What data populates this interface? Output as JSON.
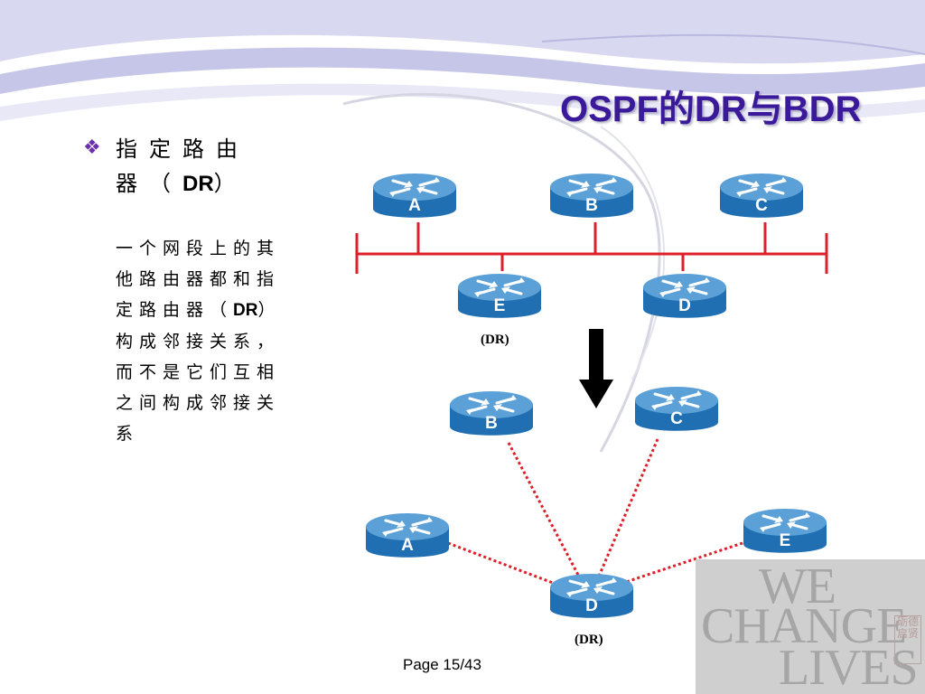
{
  "slide": {
    "title": "OSPF的DR与BDR",
    "page_label": "Page 15/43"
  },
  "bullet": {
    "marker": "❖",
    "head_text": "指定路由器（",
    "head_dr": "DR",
    "head_close": "）"
  },
  "body": {
    "part1": "一个网段上的其他路由器都和指定路由器（",
    "dr": "DR",
    "part2": "）构成邻接关系，而不是它们互相之间构成邻接关系"
  },
  "diagram": {
    "top_routers": [
      "A",
      "B",
      "C",
      "E",
      "D"
    ],
    "top_dr_label": "(DR)",
    "bottom_routers": [
      "B",
      "C",
      "A",
      "E",
      "D"
    ],
    "bottom_dr_label": "(DR)"
  },
  "watermark": {
    "line1": "WE",
    "line2": "CHANGE",
    "line3": "LIVES",
    "seal": "砺德启贤"
  },
  "colors": {
    "title": "#3a1a9a",
    "router_body": "#1f6fb2",
    "router_top": "#5ba0d6",
    "segment": "#dd1f2a",
    "adjacency": "#dd1f2a",
    "bullet": "#6b2fb0"
  }
}
